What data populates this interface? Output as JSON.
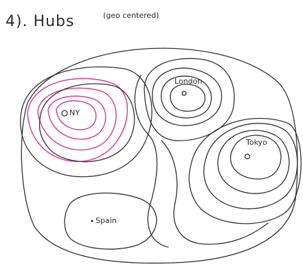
{
  "title": "4). Hubs",
  "subtitle": "(geo centered)",
  "hubs": [
    {
      "id": "ny",
      "label": "NY"
    },
    {
      "id": "london",
      "label": "London"
    },
    {
      "id": "tokyo",
      "label": "Tokyo"
    },
    {
      "id": "other",
      "label": "Spain"
    }
  ],
  "colors": {
    "ink": "#2f2f2f",
    "accent": "#d6368f",
    "background": "#ffffff"
  }
}
